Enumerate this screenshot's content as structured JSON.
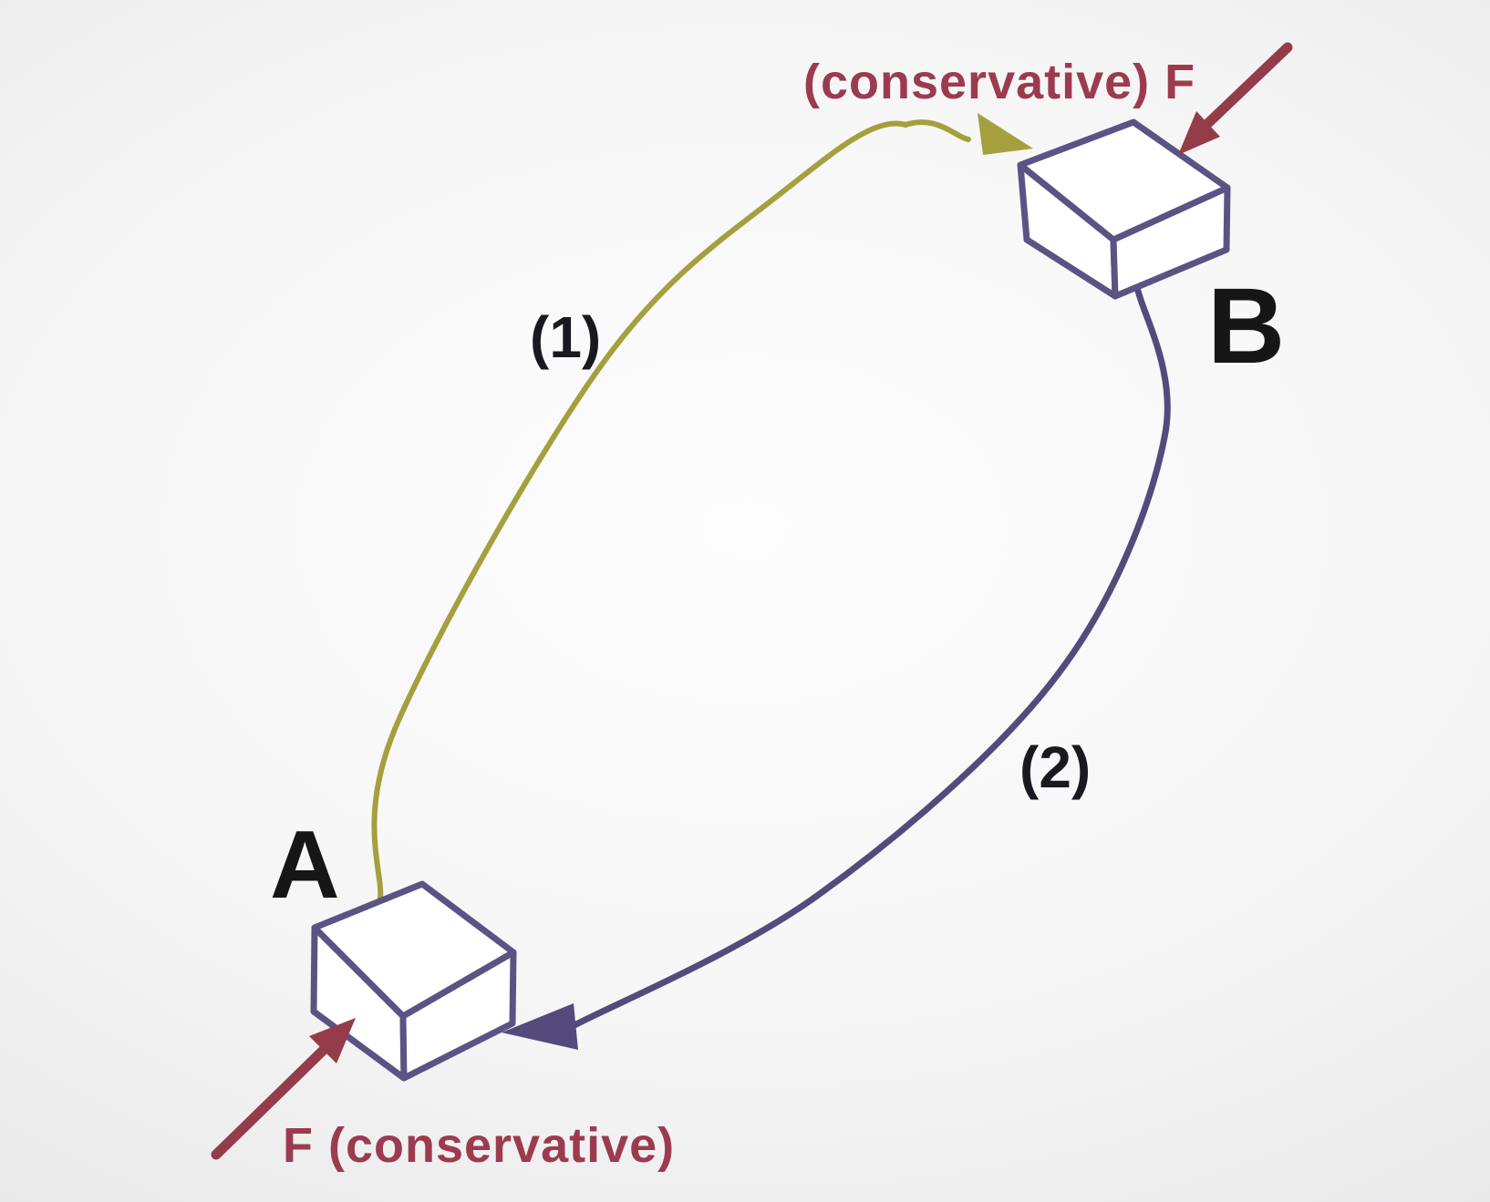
{
  "diagram": {
    "description": "Two paths (1) and (2) between points A and B with a conservative force F acting on a block at each point",
    "point_labels": {
      "a": "A",
      "b": "B"
    },
    "path_labels": {
      "path1": "(1)",
      "path2": "(2)"
    },
    "force_labels": {
      "at_b": "(conservative) F",
      "at_a": "F (conservative)"
    },
    "colors": {
      "path1": "#a59f3e",
      "path2": "#544b7c",
      "box_stroke": "#5a5484",
      "force_arrow": "#943c4a",
      "force_text": "#9c3b50",
      "point_label_text": "#161616",
      "path_label_text": "#191920",
      "background_center": "#fdfdfd",
      "background_edge": "#e4e4e5"
    }
  }
}
